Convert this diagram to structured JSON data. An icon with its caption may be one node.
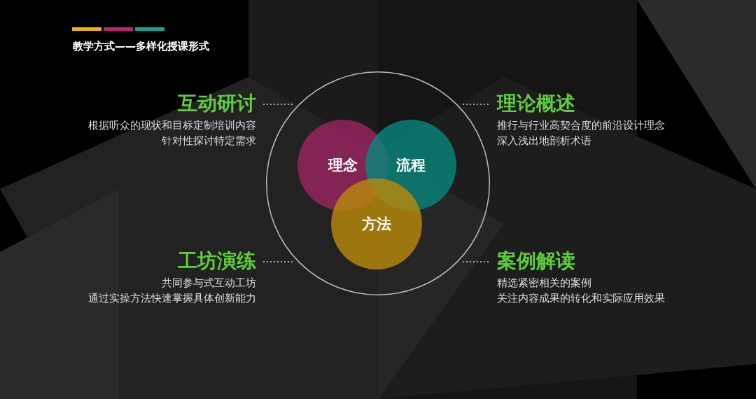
{
  "diagram": {
    "title": "教学方式——多样化授课形式",
    "nodes": [
      {
        "text": [],
        "shape": "circle"
      },
      {
        "text": [
          "理念"
        ],
        "in": 0
      },
      {
        "text": [
          "流程"
        ],
        "in": 0
      },
      {
        "text": [
          "方法"
        ],
        "in": 0
      },
      {
        "text": [
          "互动研讨",
          "根据听众的现状和目标定制培训内容",
          "针对性探讨特定需求"
        ]
      },
      {
        "text": [
          "理论概述",
          "推行与行业高契合度的前沿设计理念",
          "深入浅出地剖析术语"
        ]
      },
      {
        "text": [
          "工坊演练",
          "共同参与式互动工坊",
          "通过实操方法快速掌握具体创新能力"
        ]
      },
      {
        "text": [
          "案例解读",
          "精选紧密相关的案例",
          "关注内容成果的转化和实际应用效果"
        ]
      }
    ],
    "edges": [
      {
        "from": 4,
        "to": 0,
        "arrow": "none",
        "style": "dashed"
      },
      {
        "from": 5,
        "to": 0,
        "arrow": "none",
        "style": "dashed"
      },
      {
        "from": 6,
        "to": 0,
        "arrow": "none",
        "style": "dashed"
      },
      {
        "from": 7,
        "to": 0,
        "arrow": "none",
        "style": "dashed"
      }
    ]
  }
}
